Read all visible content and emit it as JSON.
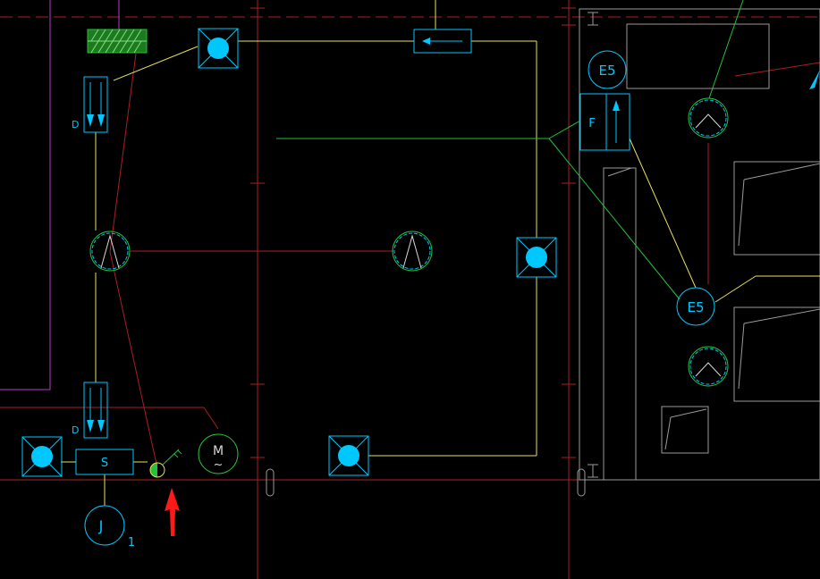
{
  "canvas": {
    "background": "#000000"
  },
  "colors": {
    "wall": "#aa1f1f",
    "yellow": "#e8e05a",
    "green": "#22c23a",
    "cyan": "#00c8ff",
    "magenta": "#b040c8",
    "gray": "#9a9a9a",
    "white": "#d8d8d8",
    "arrow": "#ff1a1a"
  },
  "labels": {
    "detector_top": "D",
    "detector_bottom": "D",
    "junction_box": "S",
    "j_circle": "J",
    "j_index": "1",
    "e5_top": "E5",
    "e5_mid": "E5",
    "f_box": "F",
    "motor": "M",
    "motor_sub": "~"
  },
  "icons": [
    "fire-alarm-cross-square-icon",
    "smoke-detector-circle-icon",
    "motor-icon",
    "key-switch-icon",
    "red-arrow-icon"
  ]
}
